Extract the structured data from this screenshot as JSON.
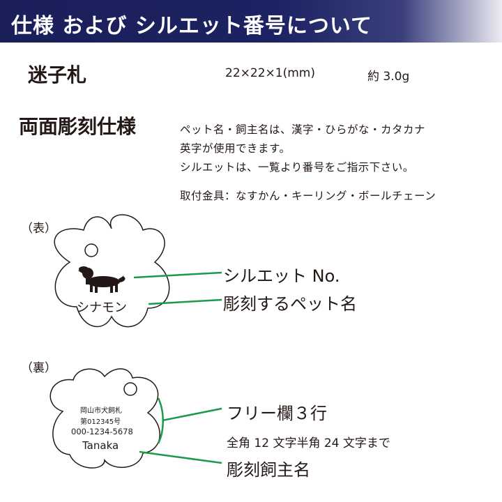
{
  "header": {
    "title": "仕様 および シルエット番号について"
  },
  "spec": {
    "label": "迷子札",
    "size": "22×22×1(mm)",
    "weight": "約 3.0g"
  },
  "engraving": {
    "label": "両面彫刻仕様",
    "desc_lines": [
      "ペット名・飼主名は、漢字・ひらがな・カタカナ",
      "英字が使用できます。",
      "シルエットは、一覧より番号をご指示下さい。"
    ],
    "fittings": "取付金具：なすかん・キーリング・ボールチェーン"
  },
  "front": {
    "label": "（表）",
    "pet_name": "シナモン",
    "silhouette_callout": "シルエット No.",
    "name_callout": "彫刻するペット名"
  },
  "back": {
    "label": "（裏）",
    "free_lines": [
      "岡山市犬飼札",
      "第012345号",
      "000-1234-5678"
    ],
    "owner_name": "Tanaka",
    "free_callout": "フリー欄３行",
    "limit_note": "全角 12 文字半角 24 文字まで",
    "owner_callout": "彫刻飼主名"
  },
  "colors": {
    "header_bg": "#1c2262",
    "leader_line": "#1a9a4a",
    "text": "#231815"
  },
  "icons": [
    "dog-silhouette-icon"
  ]
}
